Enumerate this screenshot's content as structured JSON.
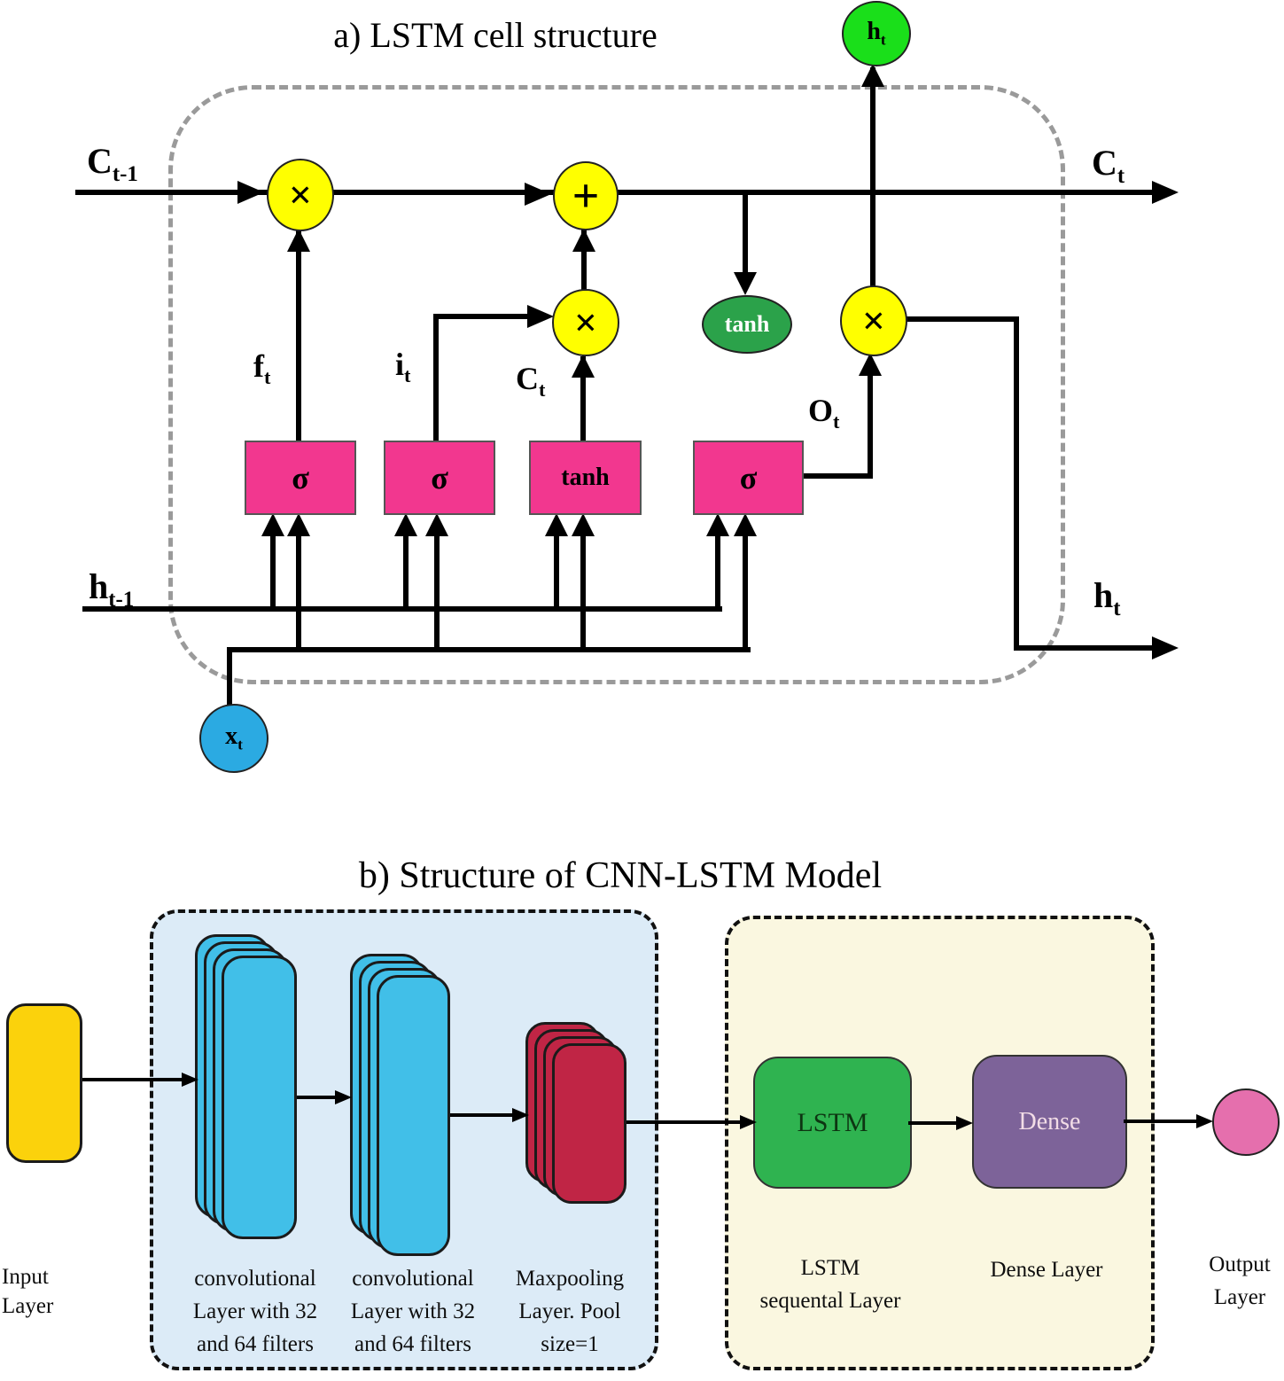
{
  "colors": {
    "op_yellow": "#FFFF00",
    "state_green": "#1ADF1A",
    "tanh_green": "#2BA24A",
    "gate_pink": "#F2378F",
    "input_blue": "#2BAAE2",
    "conv_blue": "#41BFE8",
    "pool_red": "#C02545",
    "lstm_green": "#2FB350",
    "dense_purple": "#7D6399",
    "input_yellow": "#FBD20C",
    "output_pink": "#E56FAD",
    "cnn_container_bg": "#DCEBF7",
    "rnn_container_bg": "#FAF7E0"
  },
  "panel_a": {
    "title": "a) LSTM cell structure",
    "io_labels": {
      "c_prev": {
        "base": "C",
        "sub": "t-1"
      },
      "c_next": {
        "base": "C",
        "sub": "t"
      },
      "h_prev": {
        "base": "h",
        "sub": "t-1"
      },
      "h_next": {
        "base": "h",
        "sub": "t"
      }
    },
    "gate_outputs": {
      "f": {
        "base": "f",
        "sub": "t"
      },
      "i": {
        "base": "i",
        "sub": "t"
      },
      "c": {
        "base": "C",
        "sub": "t"
      },
      "o": {
        "base": "O",
        "sub": "t"
      }
    },
    "gates": {
      "forget": "σ",
      "input": "σ",
      "candidate": "tanh",
      "output": "σ"
    },
    "ops": {
      "multiply": "×",
      "add": "+",
      "tanh": "tanh"
    },
    "nodes": {
      "hidden_out": {
        "base": "h",
        "sub": "t"
      },
      "input": {
        "base": "x",
        "sub": "t"
      }
    }
  },
  "panel_b": {
    "title": "b) Structure of CNN-LSTM Model",
    "blocks": {
      "lstm": "LSTM",
      "dense": "Dense"
    },
    "captions": {
      "input": [
        "Input",
        "Layer"
      ],
      "conv1": [
        "convolutional",
        "Layer with 32",
        "and 64 filters"
      ],
      "conv2": [
        "convolutional",
        "Layer with 32",
        "and 64 filters"
      ],
      "pool": [
        "Maxpooling",
        "Layer. Pool",
        "size=1"
      ],
      "lstm": [
        "LSTM",
        "sequental Layer"
      ],
      "dense": [
        "Dense Layer"
      ],
      "output": [
        "Output",
        "Layer"
      ]
    }
  }
}
